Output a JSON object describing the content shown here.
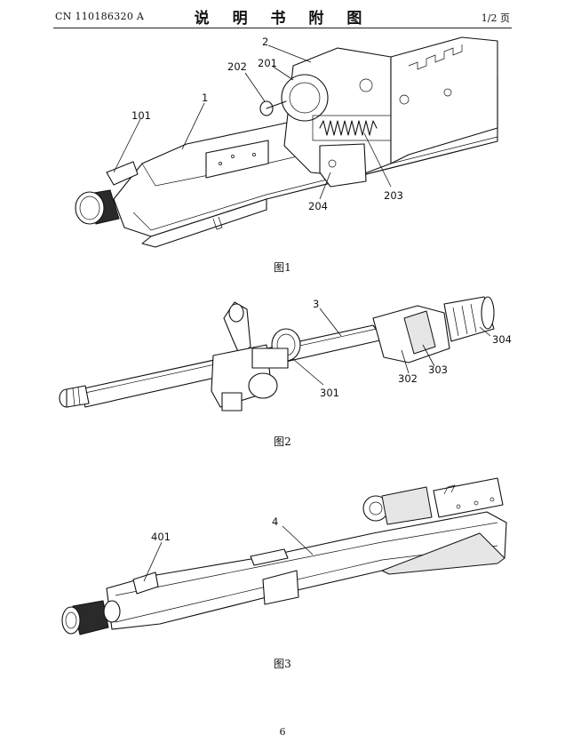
{
  "header": {
    "publication_number": "CN 110186320 A",
    "title": "说 明 书 附 图",
    "sheet": "1/2 页"
  },
  "figures": [
    {
      "caption": "图1",
      "labels": {
        "l1": "1",
        "l101": "101",
        "l2": "2",
        "l201": "201",
        "l202": "202",
        "l203": "203",
        "l204": "204"
      }
    },
    {
      "caption": "图2",
      "labels": {
        "l3": "3",
        "l301": "301",
        "l302": "302",
        "l303": "303",
        "l304": "304"
      }
    },
    {
      "caption": "图3",
      "labels": {
        "l4": "4",
        "l401": "401"
      }
    }
  ],
  "page_number": "6"
}
